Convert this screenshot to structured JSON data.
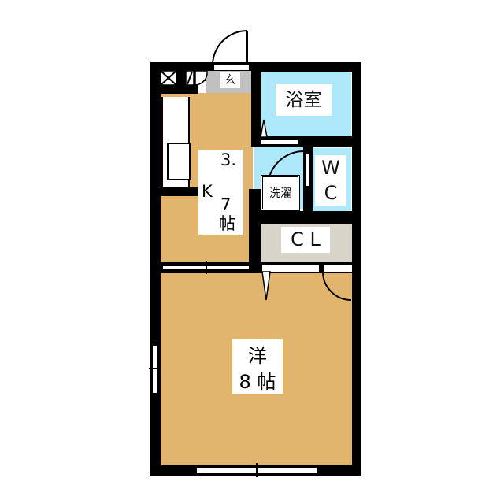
{
  "floor_plan": {
    "type": "1K apartment layout",
    "colors": {
      "wall": "#000000",
      "wood_floor": "#e2b56f",
      "wet_area": "#aee8fb",
      "closet": "#d8d4ca",
      "entrance": "#c0c0c0",
      "background": "#ffffff"
    },
    "rooms": {
      "entrance": {
        "label": "玄"
      },
      "bathroom": {
        "label": "浴室"
      },
      "kitchen": {
        "label_line1": "3.",
        "label_line2": "K",
        "label_line3": "7",
        "label_line4": "帖",
        "size": "3.7帖",
        "type": "K"
      },
      "washer": {
        "label": "洗濯"
      },
      "toilet": {
        "label_line1": "W",
        "label_line2": "C"
      },
      "closet": {
        "label": "C L"
      },
      "western_room": {
        "label_line1": "洋",
        "label_line2": "8 帖",
        "size": "8帖"
      }
    },
    "fixtures": [
      "meter-box-x",
      "shoe-box",
      "sink",
      "stove"
    ]
  }
}
